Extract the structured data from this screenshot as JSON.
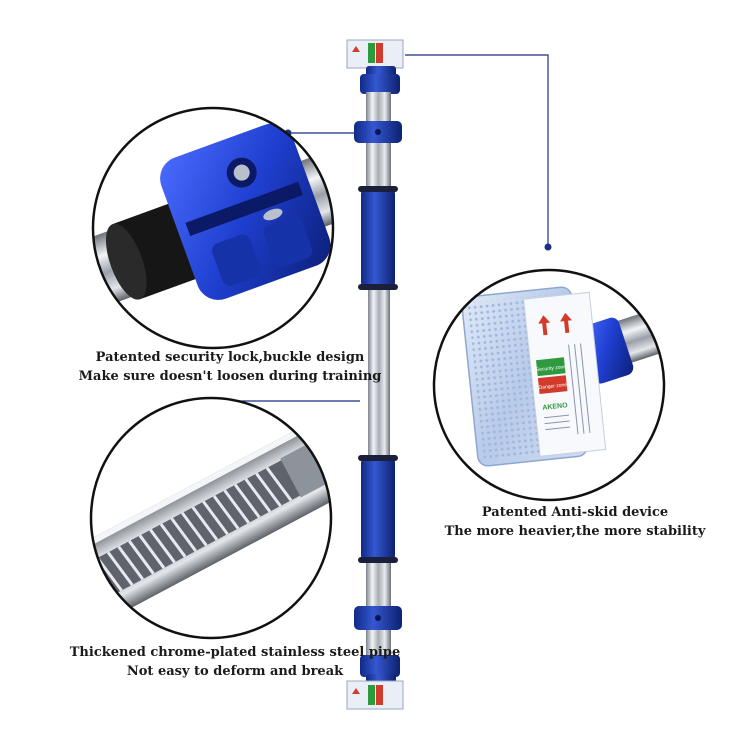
{
  "captions": {
    "lock": {
      "line1": "Patented security lock,buckle design",
      "line2": "Make sure doesn't loosen during training"
    },
    "skid": {
      "line1": "Patented Anti-skid device",
      "line2": "The more heavier,the more stability"
    },
    "pipe": {
      "line1": "Thickened chrome-plated stainless steel pipe",
      "line2": "Not easy to deform and break"
    }
  },
  "pad_label": {
    "security_zone": "Security zone",
    "danger_zone": "Danger zone",
    "brand": "AKENO"
  },
  "colors": {
    "accent_blue": "#1f3fae",
    "chrome": "#c9ced6",
    "callout_line": "#1b2f8a",
    "pad_green": "#2e9a3e",
    "pad_red": "#d23b2b"
  },
  "icons": [
    "callout-dot-icon",
    "arrow-up-icon"
  ]
}
